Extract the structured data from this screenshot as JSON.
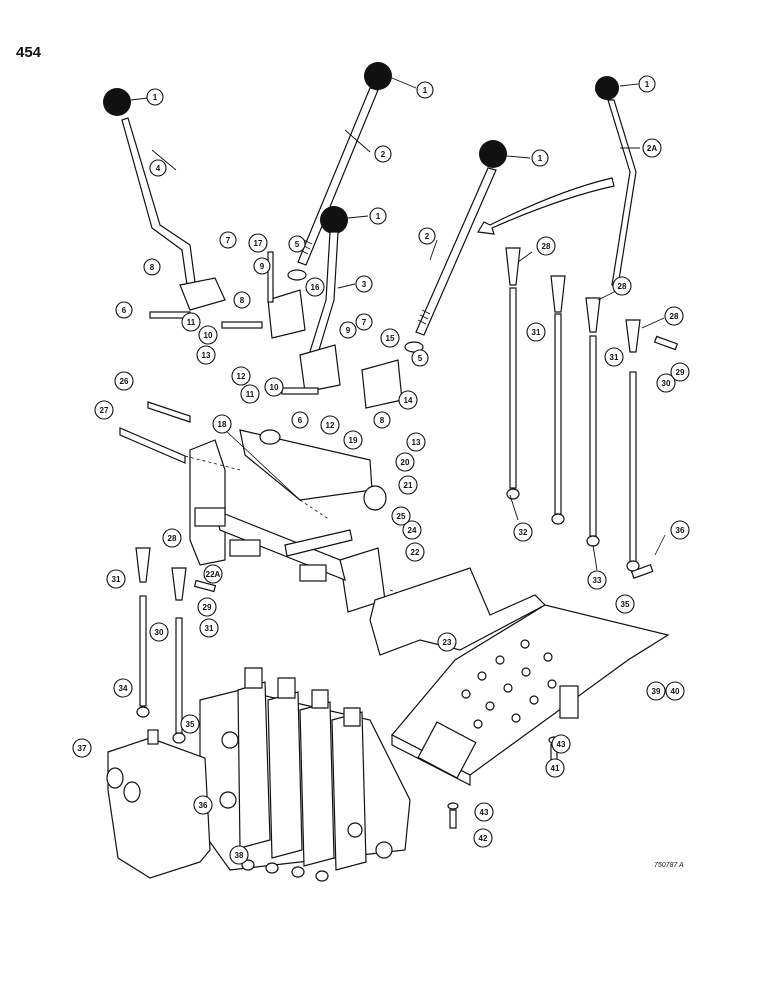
{
  "page": {
    "number": "454",
    "figure_code": "750787 A"
  },
  "callouts": [
    "1",
    "1",
    "1",
    "1",
    "1",
    "2",
    "2",
    "2A",
    "3",
    "4",
    "5",
    "5",
    "6",
    "6",
    "7",
    "7",
    "8",
    "8",
    "8",
    "9",
    "9",
    "10",
    "10",
    "11",
    "11",
    "12",
    "12",
    "13",
    "13",
    "14",
    "15",
    "16",
    "17",
    "18",
    "19",
    "20",
    "21",
    "22",
    "22A",
    "23",
    "24",
    "25",
    "26",
    "27",
    "28",
    "28",
    "28",
    "28",
    "29",
    "29",
    "30",
    "30",
    "31",
    "31",
    "31",
    "31",
    "32",
    "33",
    "34",
    "35",
    "35",
    "36",
    "36",
    "37",
    "38",
    "39",
    "40",
    "41",
    "42",
    "43",
    "43"
  ]
}
